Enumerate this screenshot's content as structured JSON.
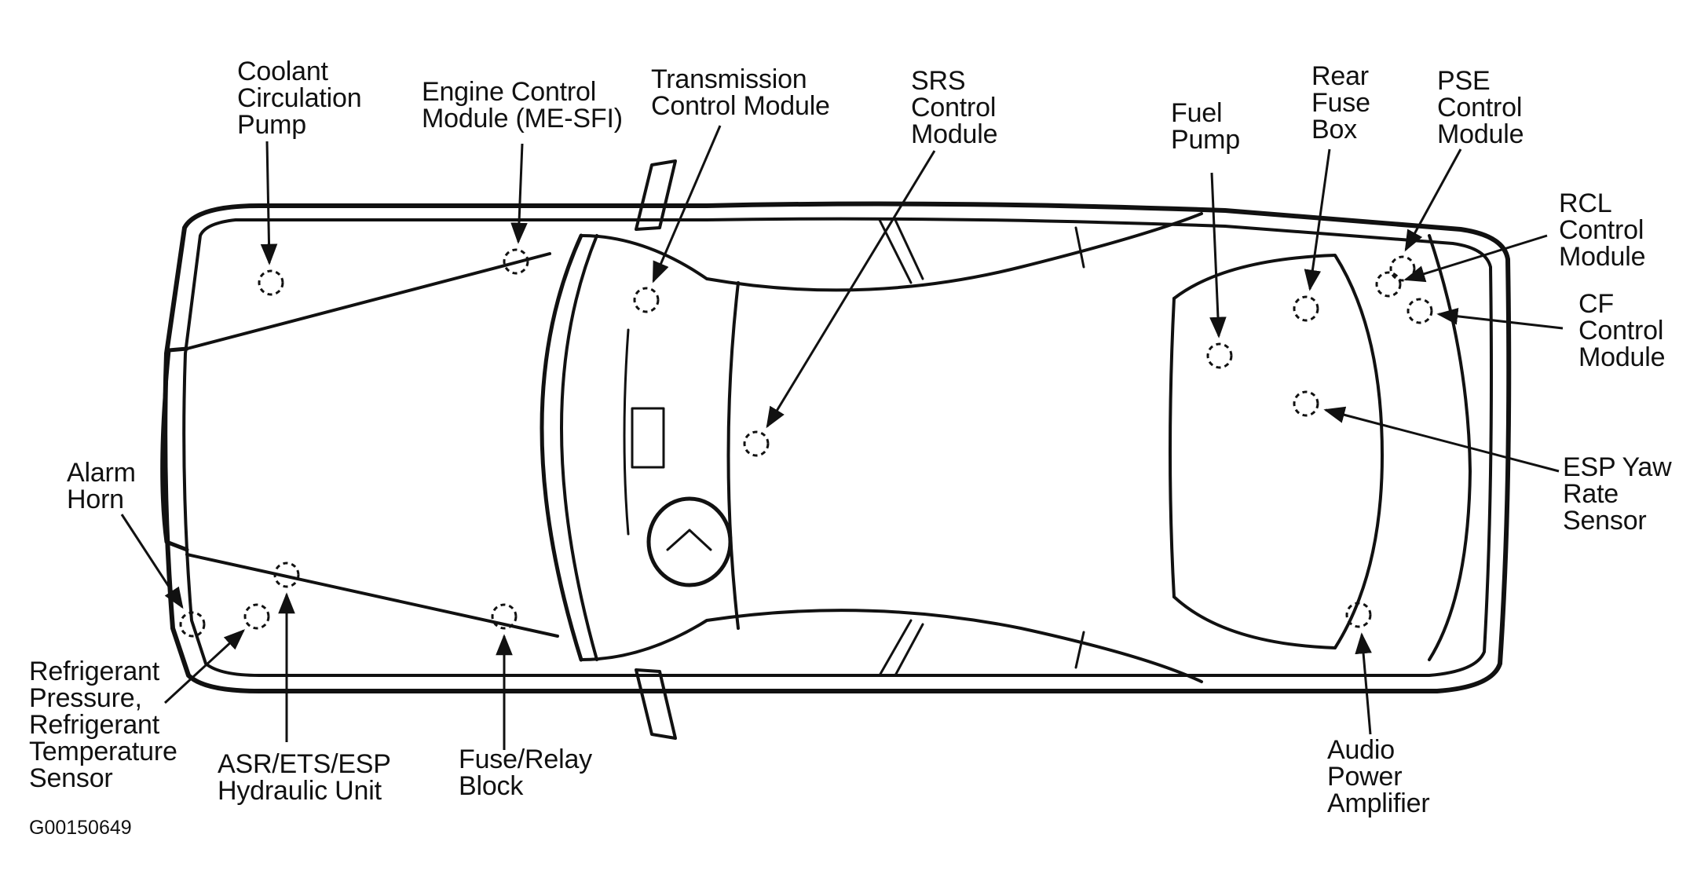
{
  "diagram_code": "G00150649",
  "labels": {
    "coolant_circulation_pump": "Coolant\nCirculation\nPump",
    "engine_control_module": "Engine Control\nModule (ME-SFI)",
    "transmission_control_module": "Transmission\nControl Module",
    "srs_control_module": "SRS\nControl\nModule",
    "fuel_pump": "Fuel\nPump",
    "rear_fuse_box": "Rear\nFuse\nBox",
    "pse_control_module": "PSE\nControl\nModule",
    "rcl_control_module": "RCL\nControl\nModule",
    "cf_control_module": "CF\nControl\nModule",
    "esp_yaw_rate_sensor": "ESP Yaw\nRate\nSensor",
    "alarm_horn": "Alarm\nHorn",
    "refrigerant_sensor": "Refrigerant\nPressure,\nRefrigerant\nTemperature\nSensor",
    "asr_ets_esp_hydraulic_unit": "ASR/ETS/ESP\nHydraulic Unit",
    "fuse_relay_block": "Fuse/Relay\nBlock",
    "audio_power_amplifier": "Audio\nPower\nAmplifier"
  }
}
